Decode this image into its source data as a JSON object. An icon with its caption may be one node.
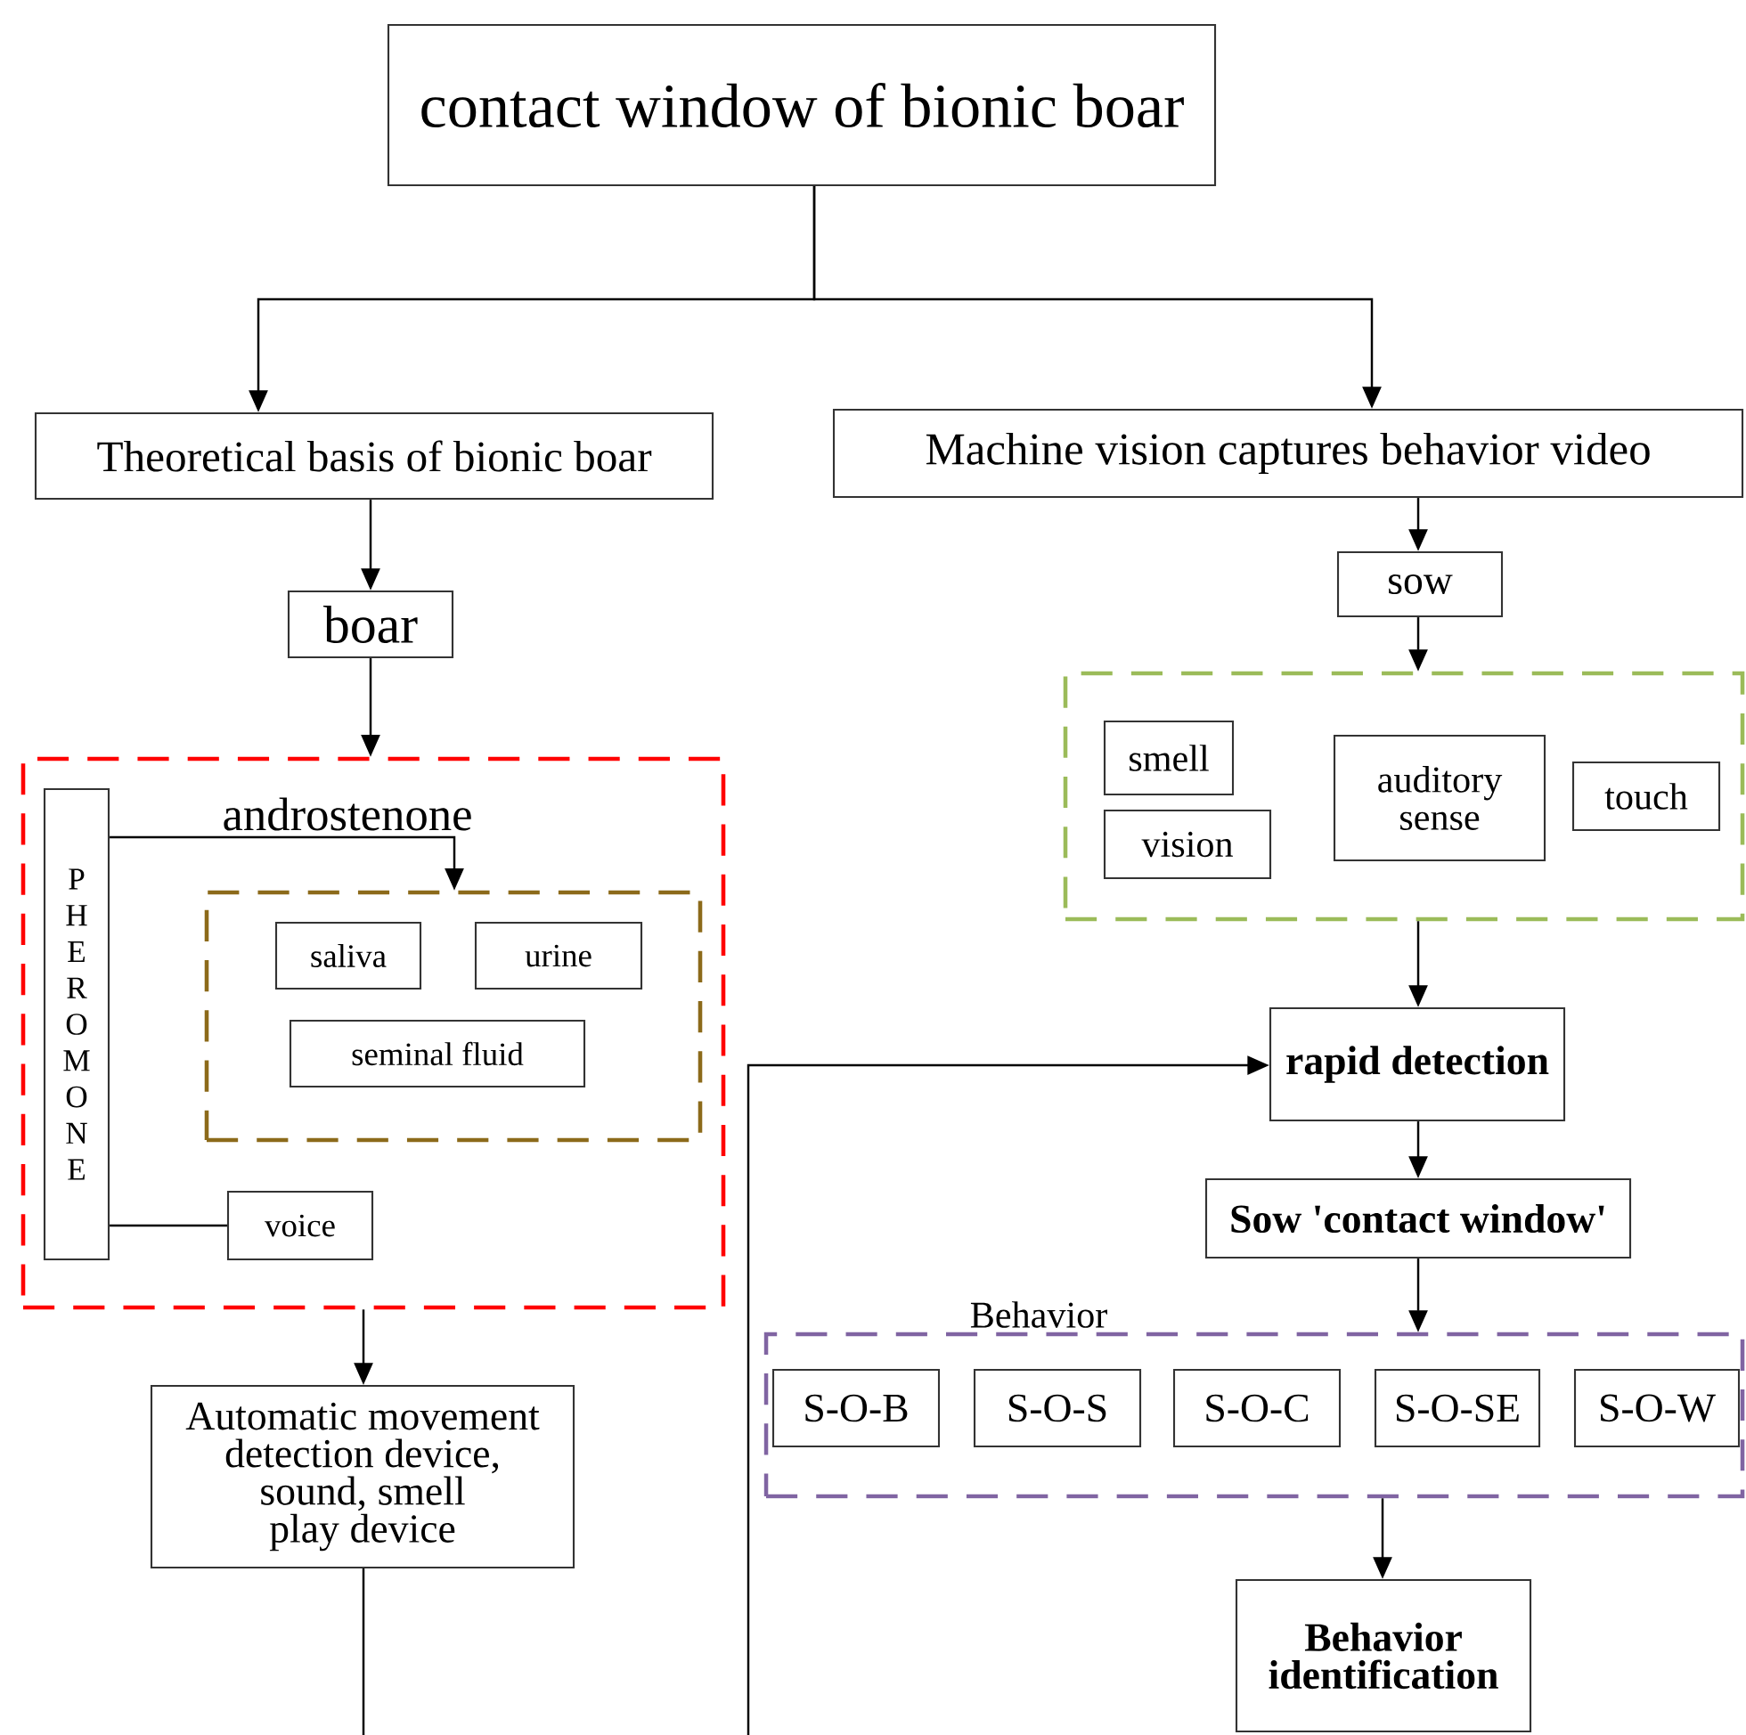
{
  "diagram": {
    "nodes": [
      {
        "text": [
          "contact window of bionic boar"
        ]
      },
      {
        "text": [
          "Theoretical basis of bionic boar"
        ]
      },
      {
        "text": [
          "Machine vision captures behavior video"
        ]
      },
      {
        "text": [
          "boar"
        ]
      },
      {
        "text": [
          "sow"
        ]
      },
      {
        "text": [],
        "shape": "box"
      },
      {
        "text": [
          "PHEROMONE"
        ],
        "in": 5
      },
      {
        "text": [],
        "shape": "box",
        "in": 5
      },
      {
        "text": [
          "saliva"
        ],
        "in": 7
      },
      {
        "text": [
          "urine"
        ],
        "in": 7
      },
      {
        "text": [
          "seminal fluid"
        ],
        "in": 7
      },
      {
        "text": [
          "voice"
        ],
        "in": 5
      },
      {
        "text": [],
        "shape": "box"
      },
      {
        "text": [
          "smell"
        ],
        "in": 12
      },
      {
        "text": [
          "vision"
        ],
        "in": 12
      },
      {
        "text": [
          "auditory sense"
        ],
        "in": 12
      },
      {
        "text": [
          "touch"
        ],
        "in": 12
      },
      {
        "text": [
          "rapid detection"
        ]
      },
      {
        "text": [
          "Sow 'contact window'"
        ]
      },
      {
        "text": [
          "Behavior"
        ]
      },
      {
        "text": [
          "S-O-B"
        ],
        "in": 19
      },
      {
        "text": [
          "S-O-S"
        ],
        "in": 19
      },
      {
        "text": [
          "S-O-C"
        ],
        "in": 19
      },
      {
        "text": [
          "S-O-SE"
        ],
        "in": 19
      },
      {
        "text": [
          "S-O-W"
        ],
        "in": 19
      },
      {
        "text": [
          "Behavior identification"
        ]
      },
      {
        "text": [
          "Automatic movement detection device, sound, smell play device"
        ]
      }
    ],
    "edges": [
      {
        "from": 0,
        "to": 1,
        "arrow": "to"
      },
      {
        "from": 0,
        "to": 2,
        "arrow": "to"
      },
      {
        "from": 1,
        "to": 3,
        "arrow": "to"
      },
      {
        "from": 3,
        "to": 5,
        "arrow": "to"
      },
      {
        "from": 6,
        "to": 7,
        "arrow": "to",
        "label": "androstenone"
      },
      {
        "from": 6,
        "to": 11,
        "arrow": "none"
      },
      {
        "from": 5,
        "to": 26,
        "arrow": "to"
      },
      {
        "from": 26,
        "to": null,
        "arrow": "none"
      },
      {
        "from": null,
        "to": 17,
        "arrow": "to"
      },
      {
        "from": 2,
        "to": 4,
        "arrow": "to"
      },
      {
        "from": 4,
        "to": 12,
        "arrow": "to"
      },
      {
        "from": 12,
        "to": 17,
        "arrow": "to"
      },
      {
        "from": 17,
        "to": 18,
        "arrow": "to"
      },
      {
        "from": 18,
        "to": 19,
        "arrow": "to"
      },
      {
        "from": 19,
        "to": 25,
        "arrow": "to"
      }
    ]
  }
}
